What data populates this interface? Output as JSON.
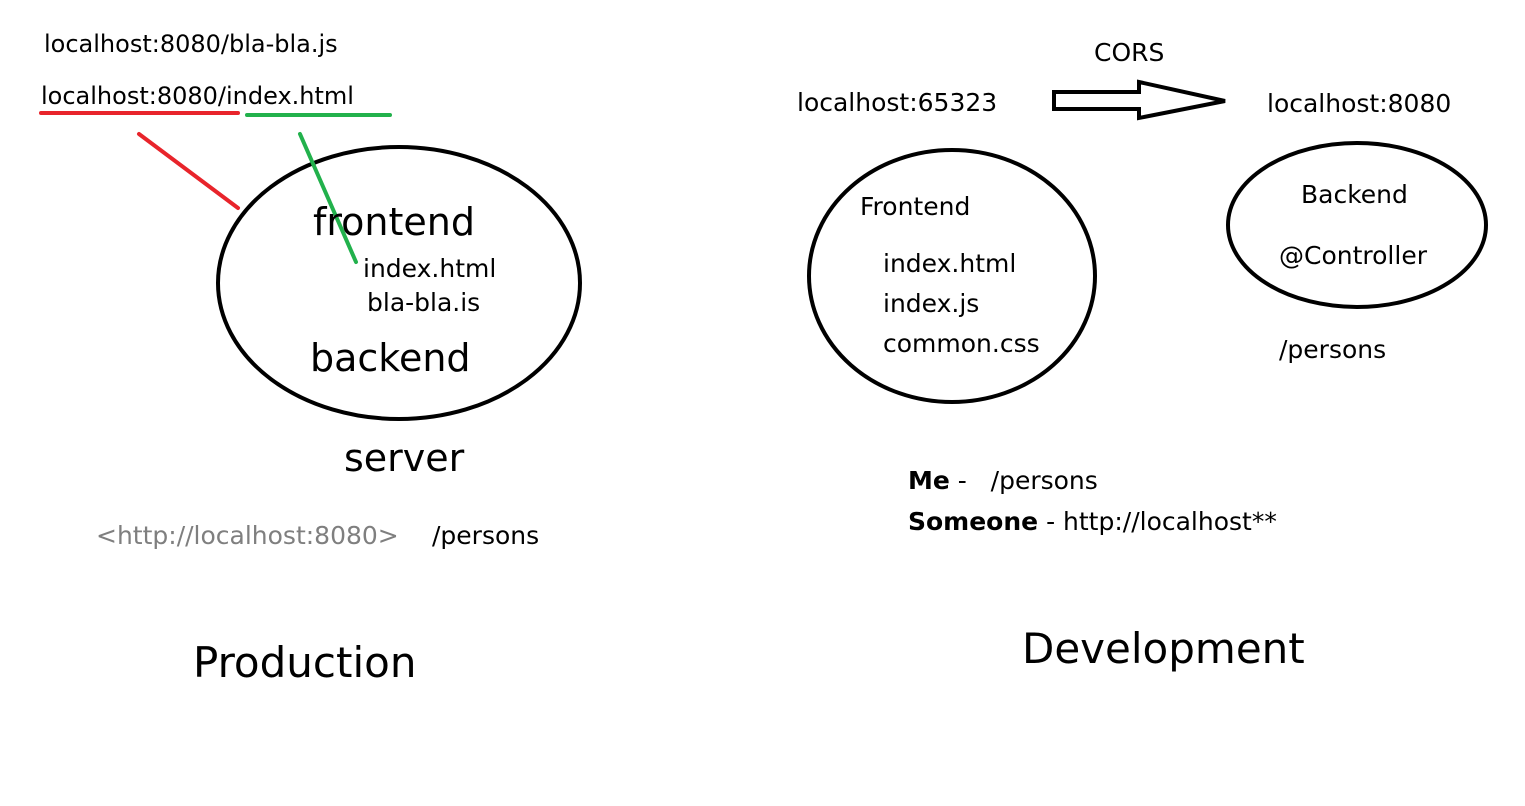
{
  "production": {
    "url_1": "localhost:8080/bla-bla.js",
    "url_2_host": "localhost:8080",
    "url_2_slash": "/",
    "url_2_path": "index.html",
    "frontend": "frontend",
    "file_1": "index.html",
    "file_2": "bla-bla.is",
    "backend": "backend",
    "server": "server",
    "origin": "<http://localhost:8080>",
    "endpoint": "/persons",
    "caption": "Production"
  },
  "development": {
    "cors": "CORS",
    "source_host": "localhost:65323",
    "target_host": "localhost:8080",
    "frontend": "Frontend",
    "files": [
      "index.html",
      "index.js",
      "common.css"
    ],
    "backend": "Backend",
    "controller": "@Controller",
    "endpoint": "/persons",
    "rule_1_who": "Me",
    "rule_1_rest": " -   /persons",
    "rule_2_who": "Someone",
    "rule_2_rest": " - http://localhost**",
    "caption": "Development"
  },
  "colors": {
    "red": "#e8242b",
    "green": "#22b14c",
    "ink": "#000000",
    "muted": "#7f7f7f"
  }
}
